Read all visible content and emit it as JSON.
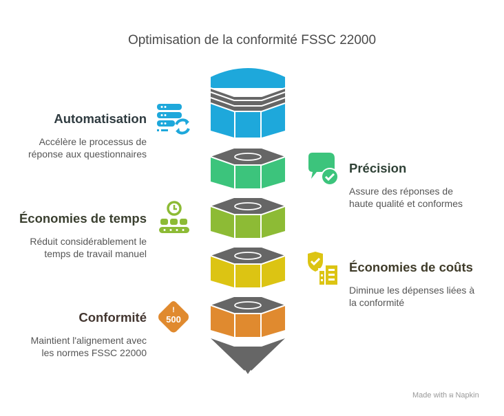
{
  "title": "Optimisation de la conformité FSSC 22000",
  "items": [
    {
      "label": "Automatisation",
      "description_line1": "Accélère le processus de",
      "description_line2": "réponse aux questionnaires",
      "icon": "server-sync-icon",
      "color": "#1ea8db",
      "label_color": "#2f3b40",
      "side": "left"
    },
    {
      "label": "Précision",
      "description_line1": "Assure des réponses de",
      "description_line2": "haute qualité et conformes",
      "icon": "chat-check-icon",
      "color": "#3cc47c",
      "label_color": "#2f4136",
      "side": "right"
    },
    {
      "label": "Économies de temps",
      "description_line1": "Réduit considérablement le",
      "description_line2": "temps de travail manuel",
      "icon": "clock-conveyor-icon",
      "color": "#8dbb35",
      "label_color": "#3b4030",
      "side": "left"
    },
    {
      "label": "Économies de coûts",
      "description_line1": "Diminue les dépenses liées à",
      "description_line2": "la conformité",
      "icon": "shield-building-icon",
      "color": "#dcc413",
      "label_color": "#403c2a",
      "side": "right"
    },
    {
      "label": "Conformité",
      "description_line1": "Maintient l'alignement avec",
      "description_line2": "les normes FSSC 22000",
      "icon": "warning-500-icon",
      "color": "#e08a2f",
      "label_color": "#433630",
      "side": "left"
    }
  ],
  "icon_text": {
    "warning_code": "500",
    "warning_mark": "!"
  },
  "footer": {
    "made_with": "Made with",
    "brand": "Napkin"
  }
}
